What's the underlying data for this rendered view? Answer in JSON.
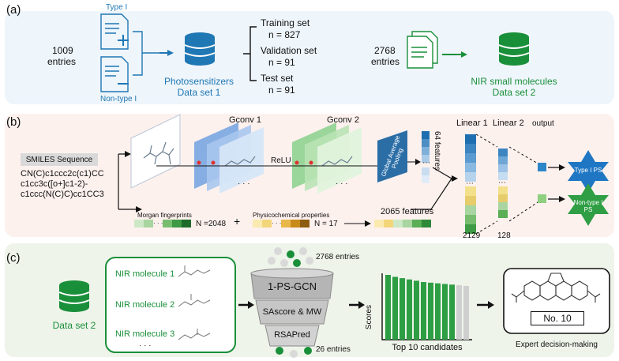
{
  "panel_a": {
    "label": "(a)",
    "entries_count": "1009",
    "entries_word": "entries",
    "type1": "Type I",
    "nontype1": "Non-type I",
    "ps_title": "Photosensitizers",
    "ps_subtitle": "Data set 1",
    "training": "Training set",
    "training_n": "n = 827",
    "validation": "Validation set",
    "validation_n": "n = 91",
    "test": "Test set",
    "test_n": "n = 91",
    "nir_count": "2768",
    "nir_entries_word": "entries",
    "nir_title": "NIR small molecules",
    "nir_subtitle": "Data set 2"
  },
  "panel_b": {
    "label": "(b)",
    "smiles_title": "SMILES Sequence",
    "smiles_line1": "CN(C)c1ccc2c(c1)CC",
    "smiles_line2": "c1cc3c([o+]c1-2)-",
    "smiles_line3": "c1ccc(N(C)C)cc1CC3",
    "gconv1": "Gconv 1",
    "gconv2": "Gconv 2",
    "relu": "ReLU",
    "gap": "Global Average Pooling",
    "features64": "64  features",
    "linear1": "Linear 1",
    "linear2": "Linear 2",
    "output": "output",
    "type1_ps": "Type I PS",
    "nontype1_ps": "Non-type I PS",
    "morgan": "Morgan fingerprints",
    "morgan_n": "N =2048",
    "plus": "+",
    "physchem": "Physicochemical properties",
    "physchem_n": "N = 17",
    "features2065": "2065  features",
    "n2129": "2129",
    "n128": "128",
    "ellipsis": "· · ·",
    "dots": "⋯"
  },
  "panel_c": {
    "label": "(c)",
    "dataset2": "Data set 2",
    "nir1": "NIR molecule 1",
    "nir2": "NIR molecule 2",
    "nir3": "NIR molecule 3",
    "more": "· · ·",
    "funnel_top": "1-PS-GCN",
    "funnel_mid": "SAscore & MW",
    "funnel_bot": "RSAPred",
    "entries_in": "2768 entries",
    "entries_out": "26 entries",
    "scores": "Scores",
    "top10": "Top 10 candidates",
    "no10": "No. 10",
    "expert": "Expert decision-making"
  },
  "chart_data": {
    "type": "bar",
    "title": "",
    "xlabel": "Top 10 candidates",
    "ylabel": "Scores",
    "values": [
      1.0,
      0.97,
      0.95,
      0.93,
      0.91,
      0.89,
      0.88,
      0.87,
      0.86,
      0.85,
      0.84,
      0.83
    ],
    "highlight_count": 10,
    "colors": {
      "top": "#2e9e44",
      "rest": "#cfcfcf"
    }
  },
  "colors": {
    "blue": "#1f77b4",
    "green": "#1a8f3a",
    "panel_a_bg": "#eef5fb",
    "panel_b_bg": "#fdf1ee",
    "panel_c_bg": "#eef4ea"
  }
}
